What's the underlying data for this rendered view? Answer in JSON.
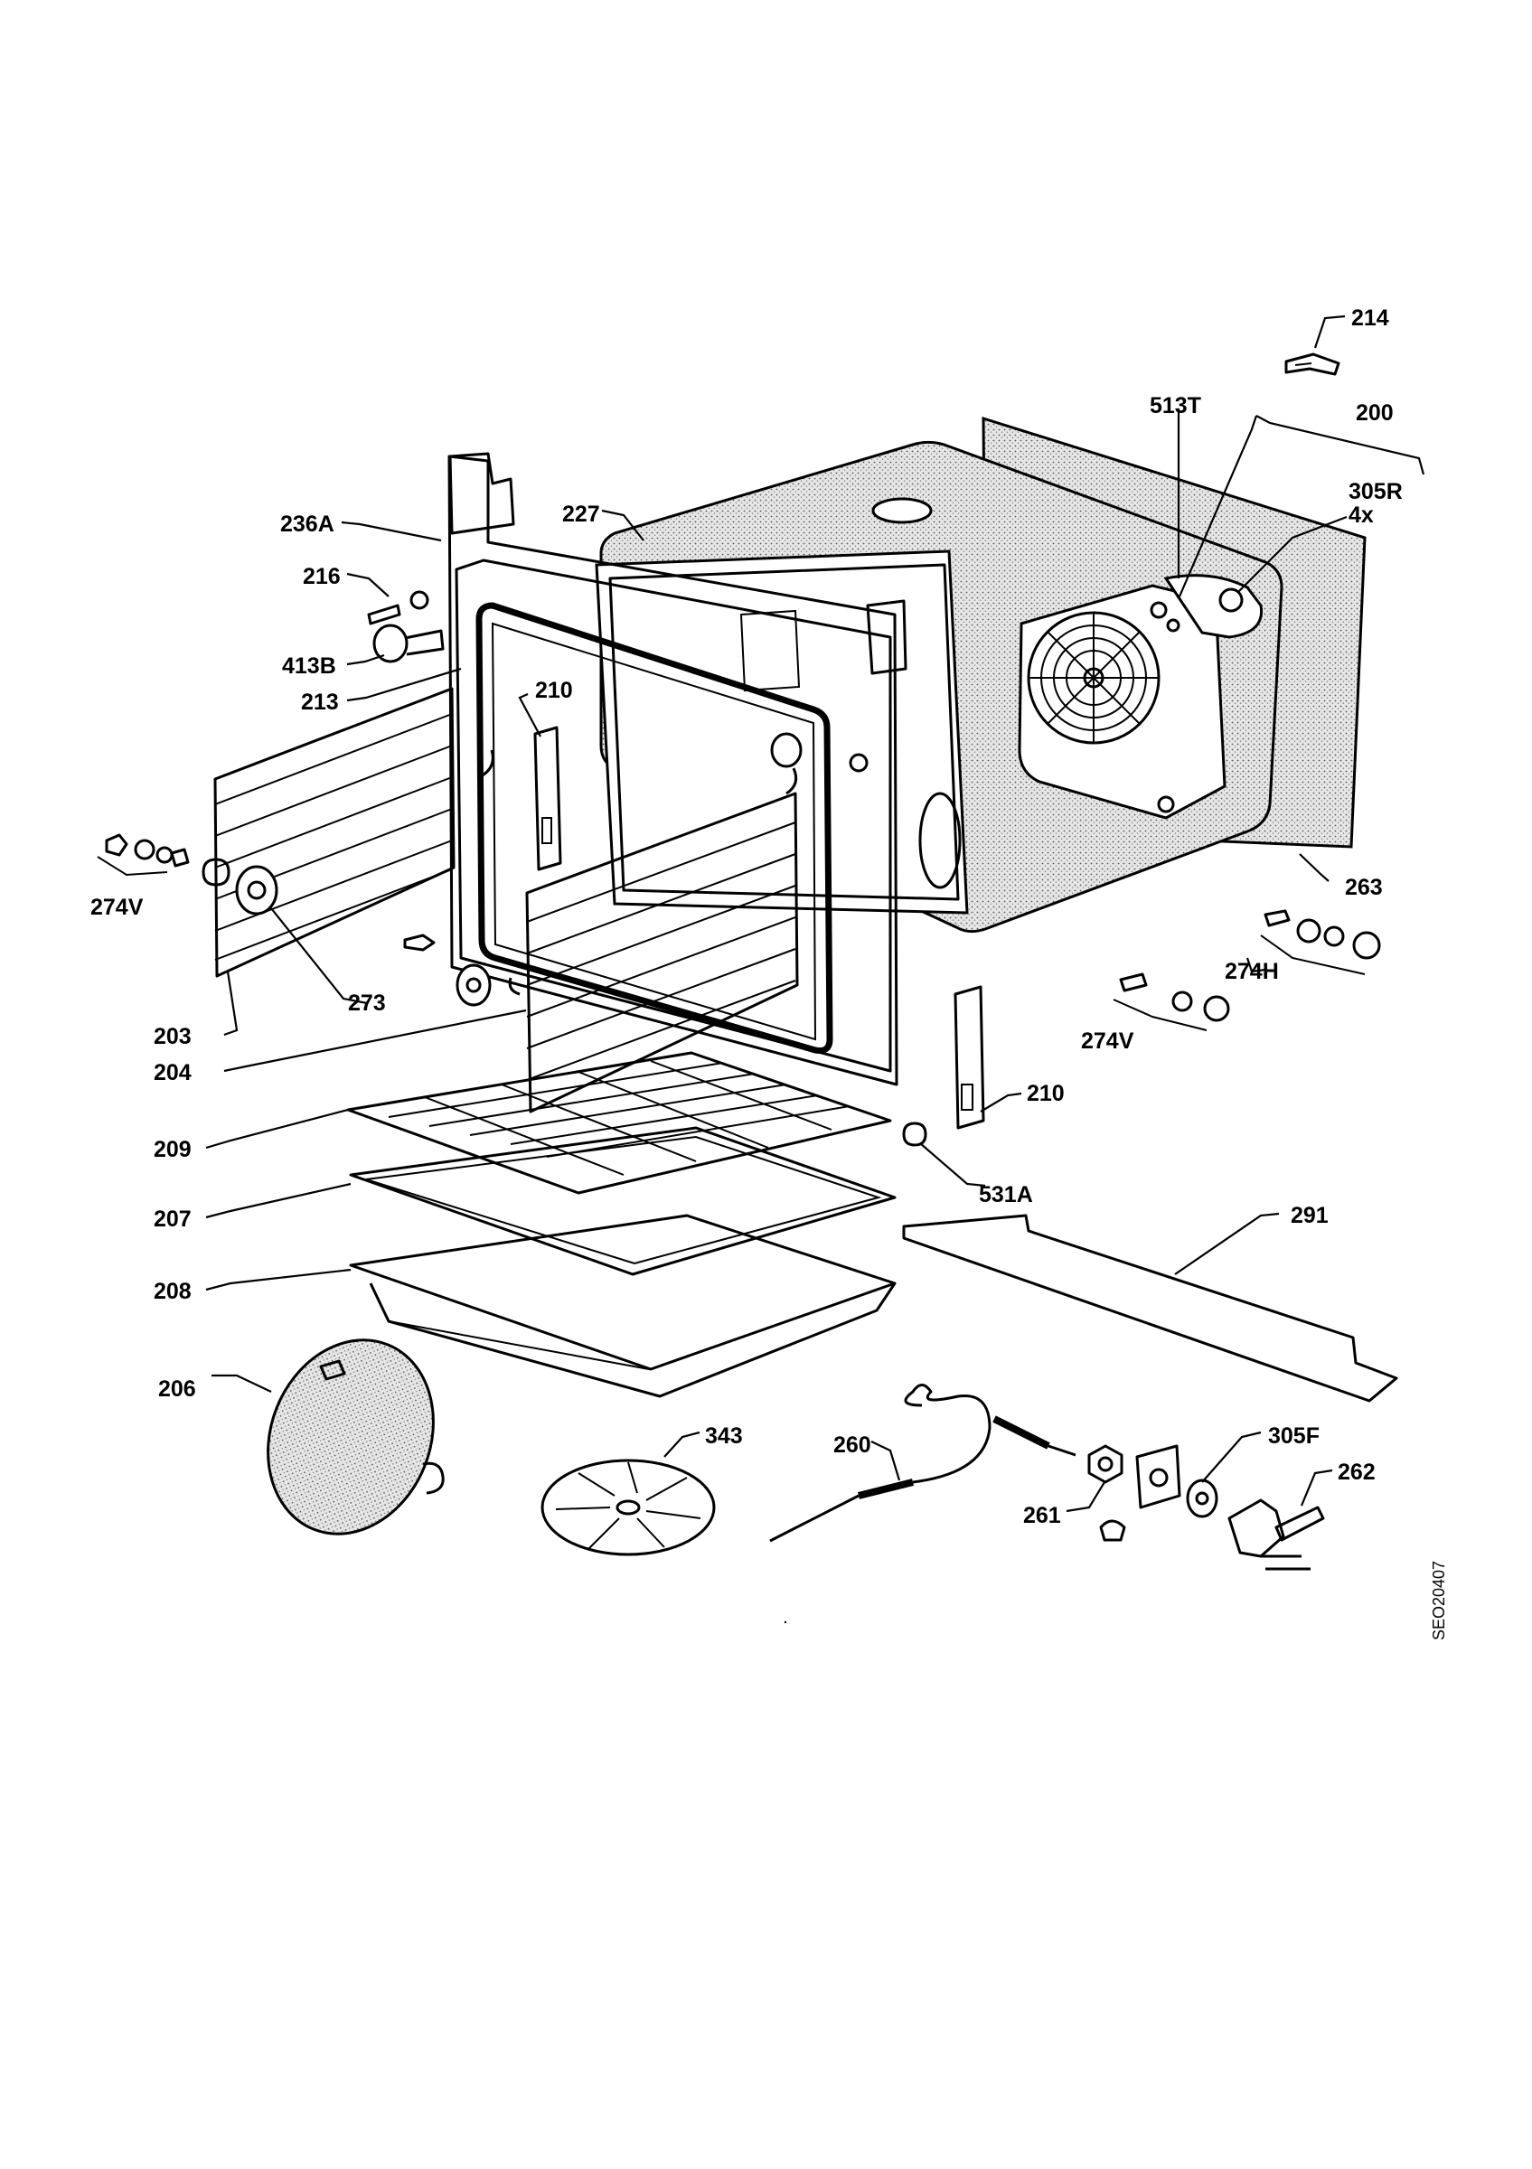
{
  "figure": {
    "code": "SEO20407"
  },
  "callouts": [
    {
      "id": "214",
      "text": "214"
    },
    {
      "id": "513T",
      "text": "513T"
    },
    {
      "id": "200",
      "text": "200"
    },
    {
      "id": "305R",
      "text": "305R"
    },
    {
      "id": "305R-qty",
      "text": "4x"
    },
    {
      "id": "236A",
      "text": "236A"
    },
    {
      "id": "227",
      "text": "227"
    },
    {
      "id": "216",
      "text": "216"
    },
    {
      "id": "413B",
      "text": "413B"
    },
    {
      "id": "213",
      "text": "213"
    },
    {
      "id": "210-a",
      "text": "210"
    },
    {
      "id": "274V-left",
      "text": "274V"
    },
    {
      "id": "263",
      "text": "263"
    },
    {
      "id": "274H",
      "text": "274H"
    },
    {
      "id": "274V-right",
      "text": "274V"
    },
    {
      "id": "273",
      "text": "273"
    },
    {
      "id": "203",
      "text": "203"
    },
    {
      "id": "204",
      "text": "204"
    },
    {
      "id": "210-b",
      "text": "210"
    },
    {
      "id": "209",
      "text": "209"
    },
    {
      "id": "531A",
      "text": "531A"
    },
    {
      "id": "207",
      "text": "207"
    },
    {
      "id": "291",
      "text": "291"
    },
    {
      "id": "208",
      "text": "208"
    },
    {
      "id": "206",
      "text": "206"
    },
    {
      "id": "343",
      "text": "343"
    },
    {
      "id": "260",
      "text": "260"
    },
    {
      "id": "305F",
      "text": "305F"
    },
    {
      "id": "262",
      "text": "262"
    },
    {
      "id": "261",
      "text": "261"
    }
  ],
  "colors": {
    "ink": "#000000",
    "paper": "#ffffff",
    "shading": "#d8d8d8"
  }
}
